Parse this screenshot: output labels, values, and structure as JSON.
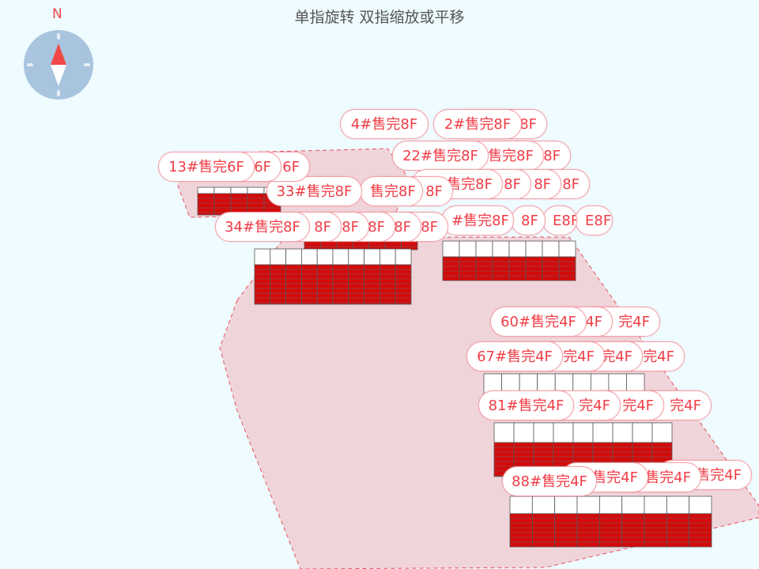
{
  "hint": "单指旋转 双指缩放或平移",
  "compass": {
    "label": "N",
    "north_color": "#f04848",
    "dial_color": "#a9c4de"
  },
  "colors": {
    "background": "#eefbff",
    "ground": "#efd5da",
    "boundary": "#e8505a",
    "sold": "#d40a0a",
    "label_text": "#f03c46"
  },
  "labels": [
    {
      "text": "8F",
      "full": false
    },
    {
      "text": "4#售完8F",
      "full": true
    },
    {
      "text": "2#售完8F",
      "full": true
    },
    {
      "text": "8F",
      "full": false
    },
    {
      "text": "售完8F",
      "full": false
    },
    {
      "text": "22#售完8F",
      "full": true
    },
    {
      "text": "8F",
      "full": false
    },
    {
      "text": "8F",
      "full": false
    },
    {
      "text": "8F",
      "full": false
    },
    {
      "text": "售完8F",
      "full": false
    },
    {
      "text": "8F",
      "full": false
    },
    {
      "text": "售完8F",
      "full": false
    },
    {
      "text": "33#售完8F",
      "full": true
    },
    {
      "text": "E8F",
      "full": false
    },
    {
      "text": "E8F",
      "full": false
    },
    {
      "text": "8F",
      "full": false
    },
    {
      "text": "#售完8F",
      "full": false
    },
    {
      "text": "8F",
      "full": false
    },
    {
      "text": "8F",
      "full": false
    },
    {
      "text": "8F",
      "full": false
    },
    {
      "text": "8F",
      "full": false
    },
    {
      "text": "8F",
      "full": false
    },
    {
      "text": "34#售完8F",
      "full": true
    },
    {
      "text": "6F",
      "full": false
    },
    {
      "text": "6F",
      "full": false
    },
    {
      "text": "13#售完6F",
      "full": true
    },
    {
      "text": "完4F",
      "full": false
    },
    {
      "text": "4F",
      "full": false
    },
    {
      "text": "60#售完4F",
      "full": true
    },
    {
      "text": "完4F",
      "full": false
    },
    {
      "text": "完4F",
      "full": false
    },
    {
      "text": "完4F",
      "full": false
    },
    {
      "text": "67#售完4F",
      "full": true
    },
    {
      "text": "完4F",
      "full": false
    },
    {
      "text": "完4F",
      "full": false
    },
    {
      "text": "完4F",
      "full": false
    },
    {
      "text": "81#售完4F",
      "full": true
    },
    {
      "text": "售完4F",
      "full": false
    },
    {
      "text": "售完4F",
      "full": false
    },
    {
      "text": "售完4F",
      "full": false
    },
    {
      "text": "88#售完4F",
      "full": true
    }
  ]
}
